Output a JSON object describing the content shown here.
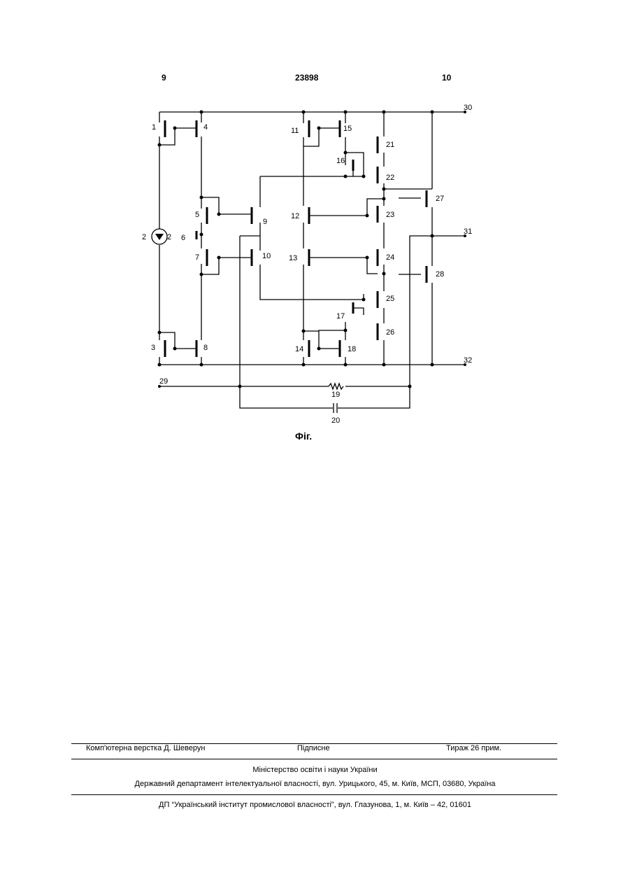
{
  "header": {
    "page_left": "9",
    "patent_number": "23898",
    "page_right": "10"
  },
  "figure": {
    "caption": "Фіг.",
    "node_labels": {
      "n1": "1",
      "n2": "2",
      "n2b": "2",
      "n3": "3",
      "n4": "4",
      "n5": "5",
      "n6": "6",
      "n7": "7",
      "n8": "8",
      "n9": "9",
      "n10": "10",
      "n11": "11",
      "n12": "12",
      "n13": "13",
      "n14": "14",
      "n15": "15",
      "n16": "16",
      "n17": "17",
      "n18": "18",
      "n19": "19",
      "n20": "20",
      "n21": "21",
      "n22": "22",
      "n23": "23",
      "n24": "24",
      "n25": "25",
      "n26": "26",
      "n27": "27",
      "n28": "28",
      "n29": "29",
      "n30": "30",
      "n31": "31",
      "n32": "32"
    }
  },
  "footer": {
    "layout_credit": "Комп'ютерна верстка Д. Шеверун",
    "signed": "Підписне",
    "circulation": "Тираж 26 прим.",
    "ministry": "Міністерство освіти і науки України",
    "department": "Державний департамент інтелектуальної власності, вул. Урицького, 45, м. Київ, МСП, 03680, Україна",
    "publisher": "ДП “Український інститут промислової власності”, вул. Глазунова, 1, м. Київ – 42, 01601"
  }
}
